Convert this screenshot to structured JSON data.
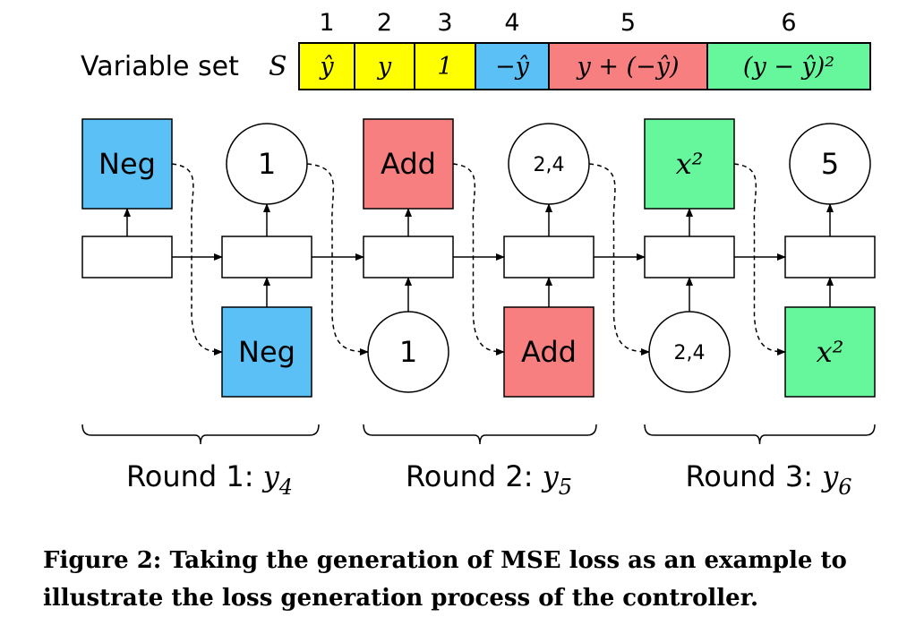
{
  "variable_set": {
    "label": "Variable set",
    "symbol": "S",
    "cells": [
      {
        "index": "1",
        "expr": "ŷ",
        "color": "#ffff00"
      },
      {
        "index": "2",
        "expr": "y",
        "color": "#ffff00"
      },
      {
        "index": "3",
        "expr": "1",
        "color": "#ffff00"
      },
      {
        "index": "4",
        "expr": "−ŷ",
        "color": "#5bc0f5"
      },
      {
        "index": "5",
        "expr": "y + (−ŷ)",
        "color": "#f77f7f"
      },
      {
        "index": "6",
        "expr": "(y − ŷ)²",
        "color": "#66f79c"
      }
    ]
  },
  "controller": {
    "top_outputs": [
      {
        "type": "box",
        "label": "Neg",
        "color": "#5bc0f5"
      },
      {
        "type": "circle",
        "label": "1"
      },
      {
        "type": "box",
        "label": "Add",
        "color": "#f77f7f"
      },
      {
        "type": "circle",
        "label": "2,4"
      },
      {
        "type": "box",
        "label": "x²",
        "color": "#66f79c"
      },
      {
        "type": "circle",
        "label": "5"
      }
    ],
    "bottom_inputs": [
      {
        "type": "none",
        "label": ""
      },
      {
        "type": "box",
        "label": "Neg",
        "color": "#5bc0f5"
      },
      {
        "type": "circle",
        "label": "1"
      },
      {
        "type": "box",
        "label": "Add",
        "color": "#f77f7f"
      },
      {
        "type": "circle",
        "label": "2,4"
      },
      {
        "type": "box",
        "label": "x²",
        "color": "#66f79c"
      }
    ]
  },
  "rounds": [
    {
      "label": "Round 1:",
      "var": "y",
      "sub": "4"
    },
    {
      "label": "Round 2:",
      "var": "y",
      "sub": "5"
    },
    {
      "label": "Round 3:",
      "var": "y",
      "sub": "6"
    }
  ],
  "caption": "Figure 2: Taking the generation of MSE loss as an example to illustrate the loss generation process of the controller."
}
